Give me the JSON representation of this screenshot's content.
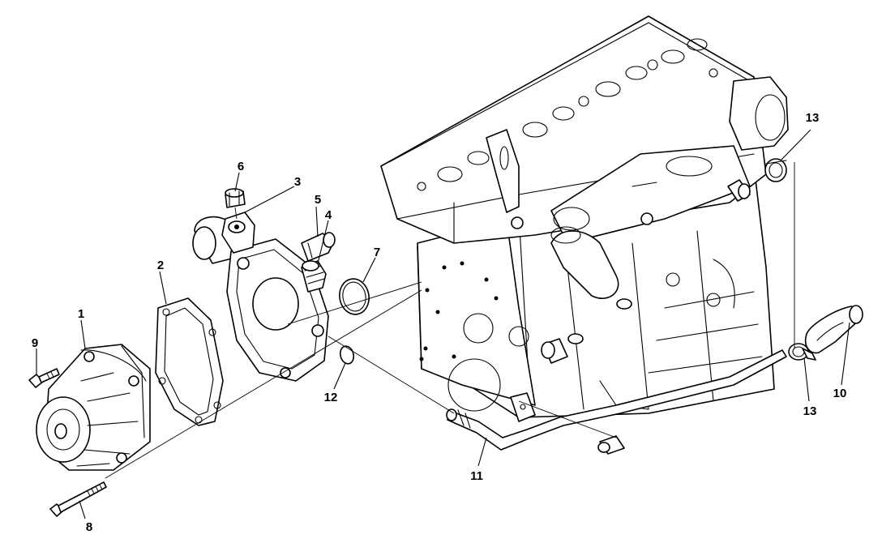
{
  "callouts": {
    "c1": "1",
    "c2": "2",
    "c3": "3",
    "c4": "4",
    "c5": "5",
    "c6": "6",
    "c7": "7",
    "c8": "8",
    "c9": "9",
    "c10": "10",
    "c11": "11",
    "c12": "12",
    "c13a": "13",
    "c13b": "13"
  }
}
